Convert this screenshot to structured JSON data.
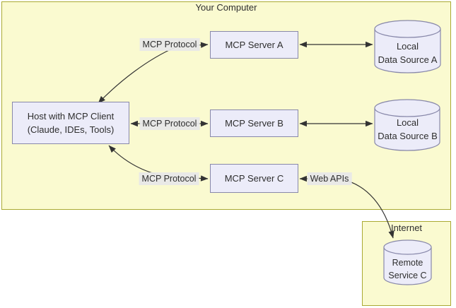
{
  "clusters": {
    "your_computer": {
      "label": "Your Computer"
    },
    "internet": {
      "label": "Internet"
    }
  },
  "nodes": {
    "host": {
      "line1": "Host with MCP Client",
      "line2": "(Claude, IDEs, Tools)"
    },
    "server_a": {
      "label": "MCP Server A"
    },
    "server_b": {
      "label": "MCP Server B"
    },
    "server_c": {
      "label": "MCP Server C"
    },
    "data_source_a": {
      "line1": "Local",
      "line2": "Data Source A"
    },
    "data_source_b": {
      "line1": "Local",
      "line2": "Data Source B"
    },
    "remote_service_c": {
      "line1": "Remote",
      "line2": "Service C"
    }
  },
  "edge_labels": {
    "host_server_a": "MCP Protocol",
    "host_server_b": "MCP Protocol",
    "host_server_c": "MCP Protocol",
    "server_c_remote": "Web APIs"
  },
  "colors": {
    "canvas_bg": "#ffffff",
    "cluster_fill": "#fafad0",
    "cluster_border": "#aaaa33",
    "node_fill": "#ececf9",
    "node_border": "#8888aa",
    "edge_label_bg": "#e8e8e8",
    "line": "#333333",
    "text": "#2e2e2e"
  }
}
